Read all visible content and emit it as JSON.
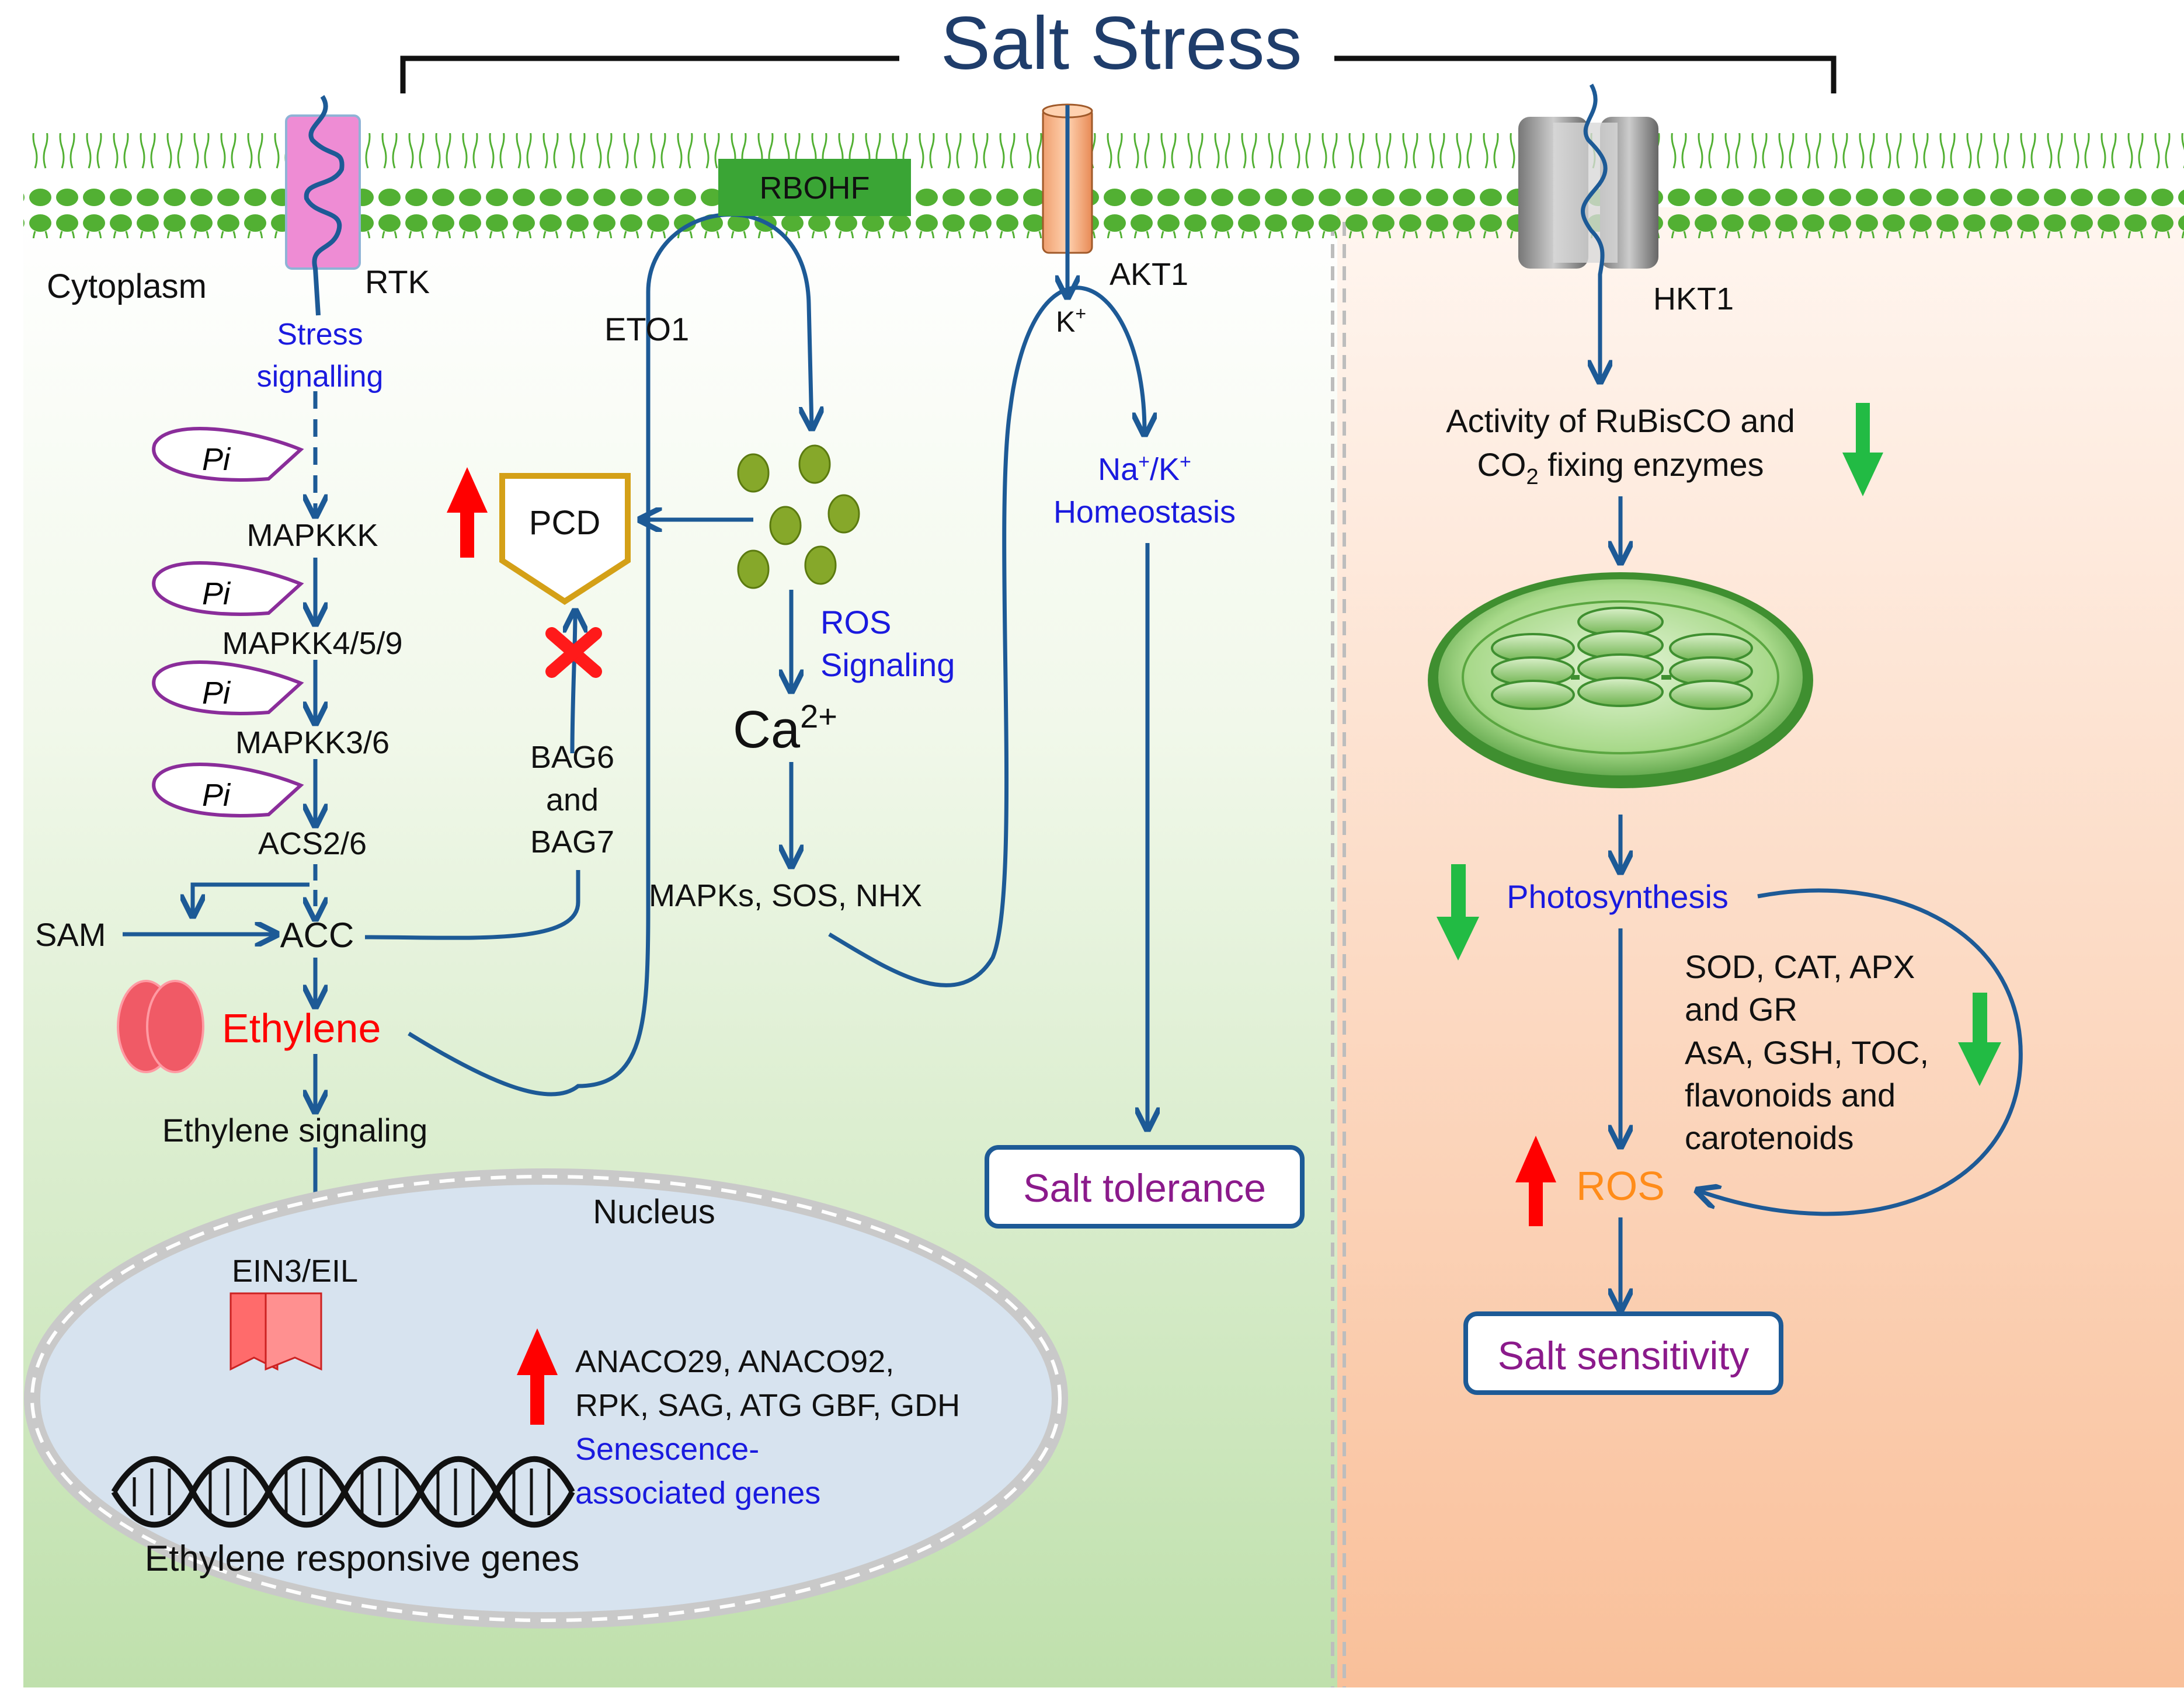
{
  "title": "Salt Stress",
  "labels": {
    "cytoplasm": "Cytoplasm",
    "rtk": "RTK",
    "stress_signalling_1": "Stress",
    "stress_signalling_2": "signalling",
    "pi": "Pi",
    "mapkkk": "MAPKKK",
    "mapkk459": "MAPKK4/5/9",
    "mapkk36": "MAPKK3/6",
    "acs26": "ACS2/6",
    "sam": "SAM",
    "acc": "ACC",
    "ethylene": "Ethylene",
    "ethylene_signaling": "Ethylene signaling",
    "nucleus": "Nucleus",
    "ein3": "EIN3/EIL",
    "ethylene_responsive_genes": "Ethylene responsive genes",
    "genes_line1": "ANACO29, ANACO92,",
    "genes_line2": "RPK, SAG, ATG GBF, GDH",
    "senescence_line1": "Senescence-",
    "senescence_line2": "associated genes",
    "eto1": "ETO1",
    "rbohf": "RBOHF",
    "pcd": "PCD",
    "bag_1": "BAG6",
    "bag_2": "and",
    "bag_3": "BAG7",
    "ros_signaling_1": "ROS",
    "ros_signaling_2": "Signaling",
    "ca": "Ca",
    "ca_sup": "2+",
    "mapks_sos_nhx": "MAPKs, SOS, NHX",
    "akt1": "AKT1",
    "k": "K",
    "k_sup": "+",
    "homeo_na": "Na",
    "homeo_sup1": "+",
    "homeo_k": "/K",
    "homeo_sup2": "+",
    "homeostasis": "Homeostasis",
    "salt_tolerance": "Salt tolerance",
    "hkt1": "HKT1",
    "rubisco_1": "Activity of RuBisCO and",
    "rubisco_2a": "CO",
    "rubisco_2sub": "2",
    "rubisco_2b": " fixing enzymes",
    "photosynthesis": "Photosynthesis",
    "antiox_1": "SOD, CAT, APX",
    "antiox_2": "and GR",
    "antiox_3": "AsA, GSH, TOC,",
    "antiox_4": "flavonoids and",
    "antiox_5": "carotenoids",
    "ros": "ROS",
    "salt_sensitivity": "Salt sensitivity"
  },
  "colors": {
    "title": "#1f3d6b",
    "pathway_arrow": "#1d5a96",
    "blue_text": "#1a1adf",
    "purple_text": "#8b1a8b",
    "ethylene_red": "#ff0000",
    "ros_orange": "#ff8c1a",
    "up_arrow": "#ff0000",
    "down_arrow": "#22bb44",
    "membrane": "#52b033",
    "rbohf_box": "#3aa535",
    "pcd_border": "#d4a017",
    "pi_outline": "#8a2d9a",
    "ros_dots": "#86a82a"
  },
  "icons": [
    "receptor-tyrosine-kinase-icon",
    "ion-channel-icon",
    "ros-dots-icon",
    "chloroplast-icon",
    "dna-helix-icon",
    "ein3-icon",
    "ethylene-receptor-icon",
    "inhibition-x-icon",
    "up-arrow-icon",
    "down-arrow-icon"
  ]
}
